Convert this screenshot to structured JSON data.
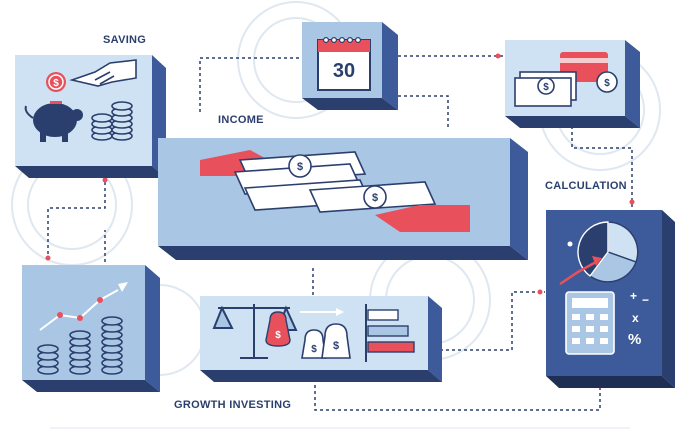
{
  "labels": {
    "saving": "SAVING",
    "income": "INCOME",
    "calculation": "CALCULATION",
    "growth_investing": "GROWTH INVESTING"
  },
  "calendar": {
    "day": "30"
  },
  "symbols": {
    "dollar": "$",
    "plus": "+",
    "minus": "−",
    "times": "x",
    "percent": "%"
  },
  "colors": {
    "panel_light": "#cfe2f3",
    "panel_mid": "#a9c6e4",
    "panel_side": "#3d5a9a",
    "panel_dark": "#2b3f6e",
    "accent_red": "#e8505b",
    "line": "#2b3f6e",
    "ring": "#dfe7f1"
  }
}
